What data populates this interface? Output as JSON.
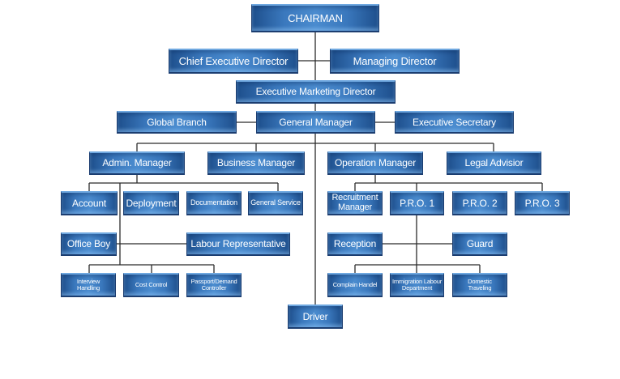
{
  "chart_title": "Organization Chart",
  "nodes": {
    "chairman": "CHAIRMAN",
    "chief_executive_director": "Chief Executive Director",
    "managing_director": "Managing Director",
    "executive_marketing_director": "Executive Marketing Director",
    "global_branch": "Global Branch",
    "general_manager": "General Manager",
    "executive_secretary": "Executive Secretary",
    "admin_manager": "Admin. Manager",
    "business_manager": "Business Manager",
    "operation_manager": "Operation Manager",
    "legal_advisior": "Legal Advisior",
    "account": "Account",
    "deployment": "Deployment",
    "documentation": "Documentation",
    "general_service": "General Service",
    "recruitment_manager_1": "Recruitment",
    "recruitment_manager_2": "Manager",
    "pro1": "P.R.O. 1",
    "pro2": "P.R.O. 2",
    "pro3": "P.R.O. 3",
    "office_boy": "Office Boy",
    "labour_representative": "Labour Representative",
    "reception": "Reception",
    "guard": "Guard",
    "interview_handling_1": "Interview",
    "interview_handling_2": "Handling",
    "cost_control": "Cost Control",
    "passport_demand_1": "Passport/Demand",
    "passport_demand_2": "Controller",
    "complain_handel": "Complain Handel",
    "immigration_1": "Immigration Labour",
    "immigration_2": "Department",
    "domestic_1": "Domestic",
    "domestic_2": "Traveling",
    "driver": "Driver"
  },
  "colors": {
    "box_dark": "#1e4f8c",
    "box_light": "#4b8ccf",
    "connector": "#2b2b2b",
    "text": "#ffffff"
  }
}
